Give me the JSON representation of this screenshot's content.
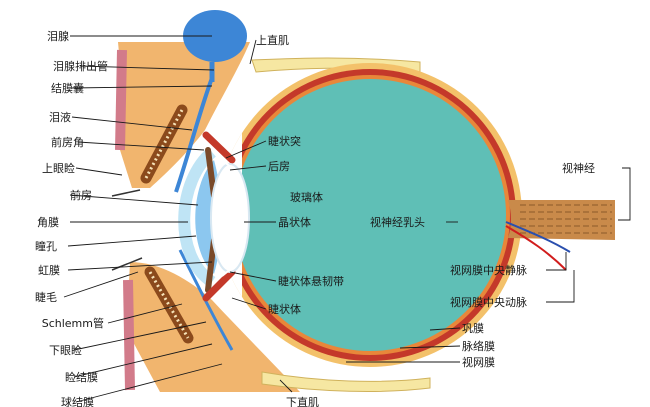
{
  "diagram": {
    "left_labels": [
      "泪腺",
      "泪腺排出管",
      "结膜囊",
      "泪液",
      "前房角",
      "上眼睑",
      "前房",
      "角膜",
      "瞳孔",
      "虹膜",
      "睫毛",
      "Schlemm管",
      "下眼睑",
      "睑结膜",
      "球结膜"
    ],
    "top_label": "上直肌",
    "bottom_label": "下直肌",
    "inner_labels": [
      "睫状突",
      "后房",
      "玻璃体",
      "晶状体",
      "睫状体悬韧带",
      "睫状体"
    ],
    "optic_disc_label": "视神经乳头",
    "optic_nerve_label": "视神经",
    "vessel_labels": [
      "视网膜中央静脉",
      "视网膜中央动脉"
    ],
    "layer_labels": [
      "巩膜",
      "脉络膜",
      "视网膜"
    ]
  },
  "colors": {
    "vitreous": "#5fbfb6",
    "sclera": "#f3c16a",
    "choroid": "#c4392a",
    "retina": "#e8873a",
    "lacrimal_gland": "#3d86d6",
    "eyelid": "#f1b56e",
    "nerve": "#c98a4a",
    "vein": "#2a4fae",
    "artery": "#d11d1d"
  }
}
